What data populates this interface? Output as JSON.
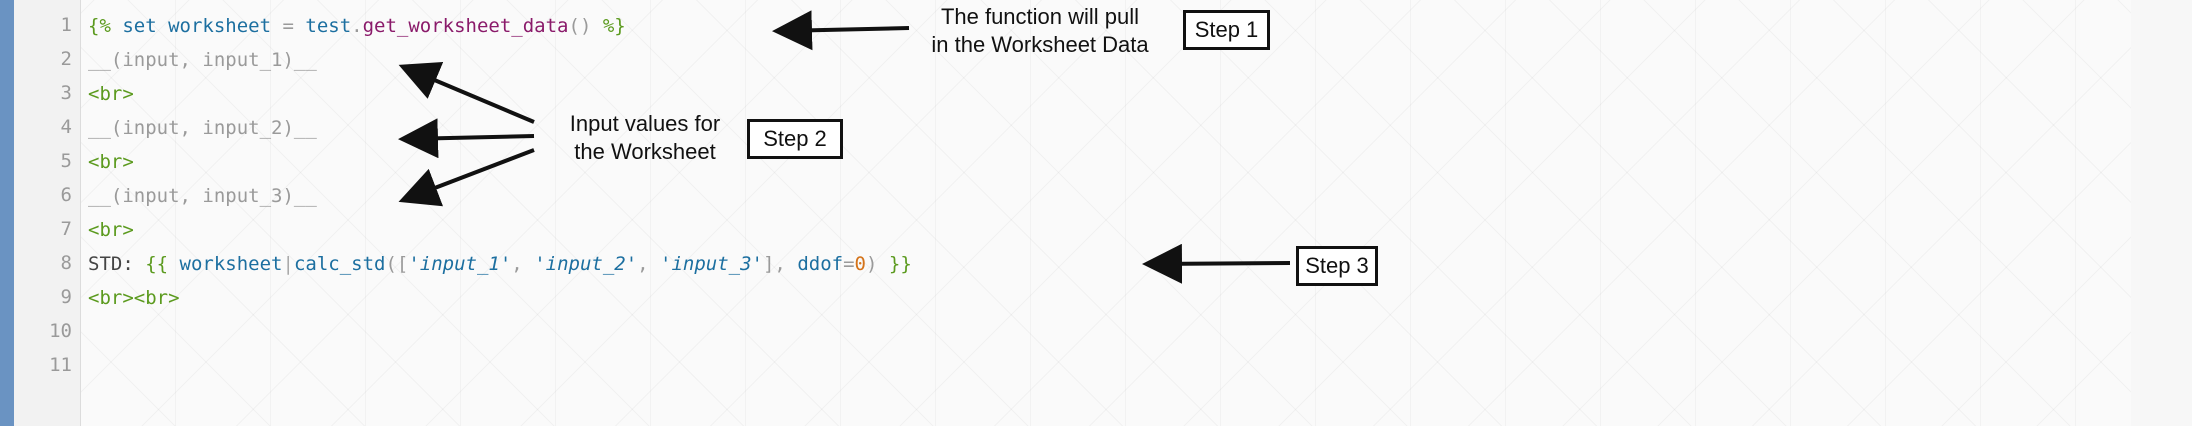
{
  "editor": {
    "line_numbers": [
      "1",
      "2",
      "3",
      "4",
      "5",
      "6",
      "7",
      "8",
      "9",
      "10",
      "11"
    ],
    "line1": {
      "open": "{%",
      "set": " set ",
      "var": "worksheet",
      "eq": " = ",
      "obj": "test",
      "dot": ".",
      "fn": "get_worksheet_data",
      "parens": "()",
      "close": " %}"
    },
    "line2": "__(input, input_1)__",
    "line3": "<br>",
    "line4": "__(input, input_2)__",
    "line5": "<br>",
    "line6": "__(input, input_3)__",
    "line7": "<br>",
    "line8": {
      "label": "STD: ",
      "open": "{{ ",
      "var": "worksheet",
      "pipe": "|",
      "fn": "calc_std",
      "lparen": "([",
      "s1": "'input_1'",
      "c1": ", ",
      "s2": "'input_2'",
      "c2": ", ",
      "s3": "'input_3'",
      "rbr": "], ",
      "kwarg": "ddof",
      "eq": "=",
      "num": "0",
      "rparen": ")",
      "close": " }}"
    },
    "line9": "<br><br>"
  },
  "annotations": {
    "step1_note_line1": "The function will pull",
    "step1_note_line2": "in the Worksheet Data",
    "step1_label": "Step 1",
    "step2_note_line1": "Input values for",
    "step2_note_line2": "the Worksheet",
    "step2_label": "Step 2",
    "step3_label": "Step 3"
  }
}
